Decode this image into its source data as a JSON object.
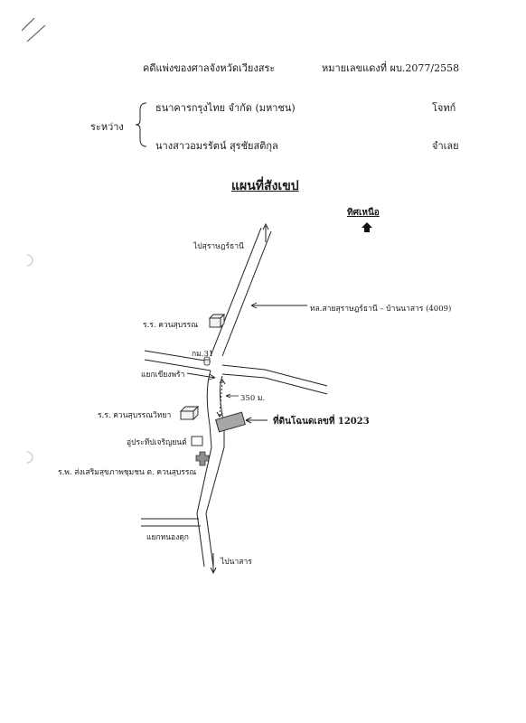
{
  "header": {
    "court": "คดีแพ่งของศาลจังหวัดเวียงสระ",
    "case_number": "หมายเลขแดงที่ ผบ.2077/2558"
  },
  "parties": {
    "between_label": "ระหว่าง",
    "plaintiff_name": "ธนาคารกรุงไทย  จำกัด  (มหาชน)",
    "plaintiff_role": "โจทก์",
    "defendant_name": "นางสาวอมรรัตน์  สุรชัยสติกุล",
    "defendant_role": "จำเลย"
  },
  "map": {
    "title": "แผนที่สังเขป",
    "north_label": "ทิศเหนือ",
    "to_surat": "ไปสุราษฎร์ธานี",
    "highway": "ทล.สายสุราษฎร์ธานี – บ้านนาสาร (4009)",
    "school_1": "ร.ร. ควนสุบรรณ",
    "km_marker": "กม.31",
    "junction_1": "แยกเขียงพร้า",
    "distance": "350 ม.",
    "school_2": "ร.ร. ควนสุบรรณวิทยา",
    "land_label": "ที่ดินโฉนดเลขที่ 12023",
    "garage": "อู่ประทีปเจริญยนต์",
    "hospital": "ร.พ. ส่งเสริมสุขภาพชุมชน ต. ควนสุบรรณ",
    "junction_2": "แยกหนองดุก",
    "to_nasan": "ไปนาสาร"
  }
}
